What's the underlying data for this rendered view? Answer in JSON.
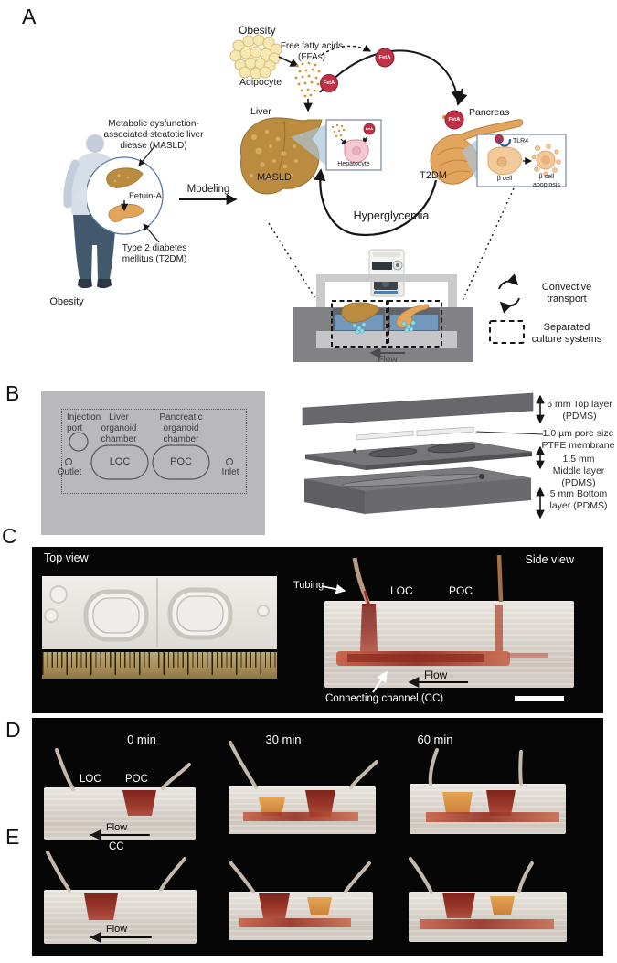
{
  "figure": {
    "panel_a": {
      "label": "A",
      "obesity_top": "Obesity",
      "adipocyte": "Adipocyte",
      "ffa": "Free fatty acids (FFAs)",
      "feta": "FetA",
      "liver": "Liver",
      "masld": "MASLD",
      "hepatocyte": "Hepatocyte",
      "pancreas": "Pancreas",
      "t2dm": "T2DM",
      "tlr4": "TLR4",
      "beta_cell": "β cell",
      "beta_apoptosis": "β cell apoptosis",
      "hyperglycemia": "Hyperglycemia",
      "masld_full": "Metabolic dysfunction-associated steatotic liver diease (MASLD)",
      "fetuin_a": "Fetuin-A",
      "t2dm_full": "Type 2 diabetes mellitus (T2DM)",
      "modeling": "Modeling",
      "obesity_bottom": "Obesity",
      "flow": "Flow",
      "legend": [
        {
          "label": "Convective transport"
        },
        {
          "label": "Separated culture systems"
        }
      ]
    },
    "panel_b": {
      "label": "B",
      "injection_port": "Injection port",
      "liver_chamber": "Liver organoid chamber",
      "pancreatic_chamber": "Pancreatic organoid chamber",
      "loc": "LOC",
      "poc": "POC",
      "outlet": "Outlet",
      "inlet": "Inlet",
      "layer_top": "6 mm Top layer (PDMS)",
      "membrane": "1.0 µm pore size PTFE membrane",
      "layer_middle": "1.5 mm Middle layer (PDMS)",
      "layer_bottom": "5 mm Bottom layer (PDMS)"
    },
    "panel_c": {
      "label": "C",
      "top_view": "Top view",
      "side_view": "Side view",
      "tubing": "Tubing",
      "loc": "LOC",
      "poc": "POC",
      "flow": "Flow",
      "connecting_channel": "Connecting channel (CC)"
    },
    "panel_d": {
      "label": "D",
      "timepoints": [
        "0 min",
        "30 min",
        "60 min"
      ],
      "loc": "LOC",
      "poc": "POC",
      "flow": "Flow",
      "cc": "CC"
    },
    "panel_e": {
      "label": "E",
      "flow": "Flow"
    }
  },
  "colors": {
    "feta_red": "#bf3147",
    "adipocyte_yellow": "#f6e8b4",
    "liver_brown": "#bb8b3f",
    "pancreas_tan": "#e2a55d",
    "media_blue": "#7299bb",
    "dye_red": "#9e342a",
    "dye_orange": "#d98c3a",
    "pdms_gray": "#6a6a6e"
  }
}
